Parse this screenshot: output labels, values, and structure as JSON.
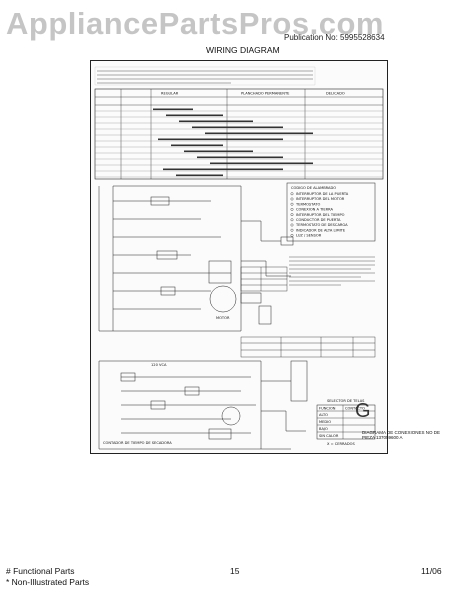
{
  "watermark": "AppliancePartsPros.com",
  "header": {
    "publication_number": "Publication No: 5995528634",
    "title": "WIRING DIAGRAM"
  },
  "sheet": {
    "warning": "ATENCION: CUANDO SE REPAREN LOS CONTROLES, MARQUE TODOS CABLES CON ETIQUETAS ANTES DE DESCONECTARLOS. CUALQUIER ERROR DE CABLEADO PUEDE CAUSAR LA OPERACION INADECUADA Y PELIGROSA. ASEGURESE DE QUE LA SECADORA FUNCIONE ADECUADAMENTE DESPUES DE REPARARLA.",
    "timer_headers": [
      "REGULAR",
      "PLANCHADO PERMANENTE",
      "DELICADO"
    ],
    "legend_title": "CODIGO DE ALAMBRADO",
    "legend_items": [
      "INTERRUPTOR DE LA PUERTA",
      "INTERRUPTOR DEL MOTOR",
      "TERMOSTATO",
      "CONEXION A TIERRA",
      "INTERRUPTOR DEL TIEMPO",
      "CONDUCTOR DE PUERTA",
      "TERMOSTATO DE DESCARGA",
      "INDICADOR DE ALTA LIMITE",
      "LUZ / SENSOR"
    ],
    "labels": {
      "motor": "MOTOR",
      "timer": "CONTADOR DE TIEMPO DE SECADORA",
      "voltage": "120 VCA",
      "selector": "SELECTOR DE TELAS",
      "selector_cols": [
        "FUNCION",
        "CONTACTO"
      ],
      "selector_rows": [
        "ALTO",
        "MEDIO",
        "BAJO",
        "SIN CALOR"
      ],
      "closed": "X = CERRADOS",
      "big_letter": "G",
      "diagram_caption": "DIAGRAMA DE CONEXIONES NO DE PIEZA 137059600 A"
    }
  },
  "footer": {
    "functional_parts": "# Functional Parts",
    "non_illustrated": "* Non-Illustrated Parts",
    "page": "15",
    "date": "11/06"
  }
}
